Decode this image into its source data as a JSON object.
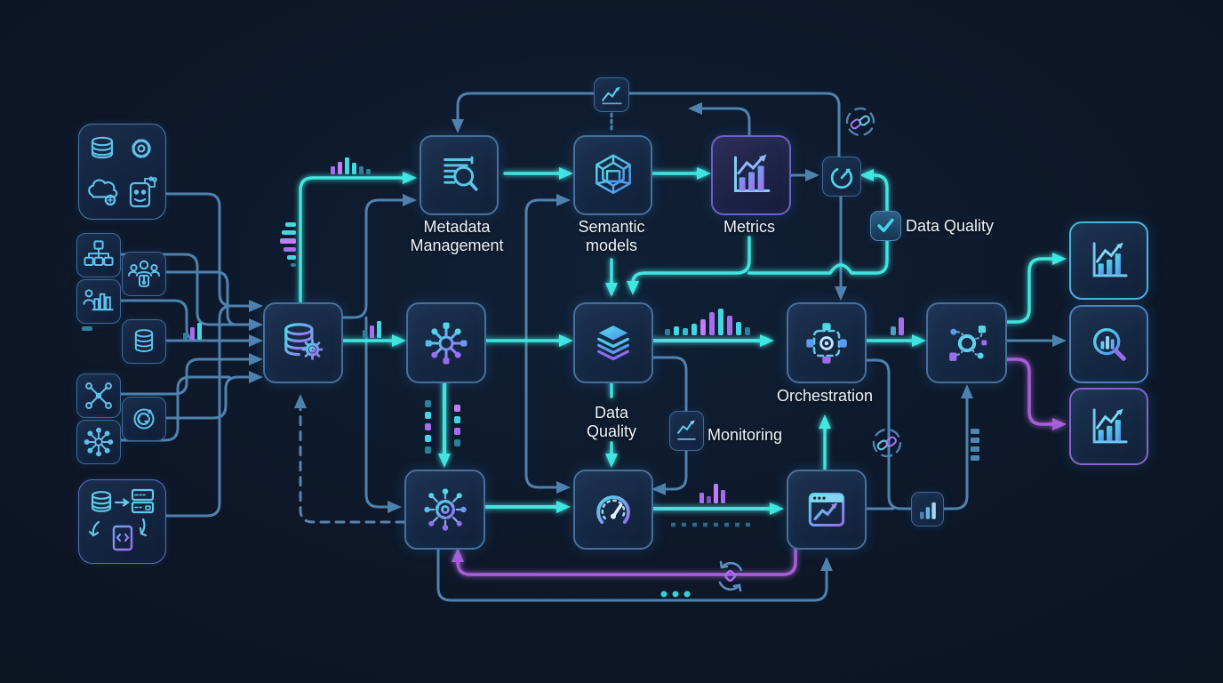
{
  "diagram": {
    "labels": {
      "metadata_management": "Metadata Management",
      "semantic_models": "Semantic models",
      "metrics": "Metrics",
      "data_quality_center": "Data Quality",
      "orchestration": "Orchestration",
      "monitoring": "Monitoring",
      "data_quality_badge": "Data Quality"
    },
    "colors": {
      "background": "#0d1626",
      "node_fill": "#152843",
      "node_border": "#44719c",
      "purple_node_border": "#6f5fc8",
      "accent_cyan": "#41e6e0",
      "accent_steel_blue": "#4e82ae",
      "accent_purple": "#a75fd8",
      "icon_cyan": "#4fd9e8",
      "icon_violet": "#9a6cf0",
      "label_text": "#edf2f8"
    },
    "icons": [
      "database-icon",
      "gear-icon",
      "cloud-gear-icon",
      "ai-document-icon",
      "hierarchy-icon",
      "team-icon",
      "report-icon",
      "database-small-icon",
      "network-x-icon",
      "globe-icon",
      "hub-small-icon",
      "etl-cycle-icon",
      "database-gear-icon",
      "data-hub-icon",
      "metadata-search-icon",
      "semantic-cube-icon",
      "metrics-chart-icon",
      "layers-icon",
      "orchestration-icon",
      "pipeline-dag-icon",
      "process-hub-icon",
      "gauge-icon",
      "analytics-window-icon",
      "trend-icon",
      "status-dial-icon",
      "checkbox-check-icon",
      "monitoring-trend-icon",
      "bar-chart-mini-icon",
      "refresh-icon",
      "link-icon",
      "chart-growth-icon",
      "search-analytics-icon"
    ]
  }
}
